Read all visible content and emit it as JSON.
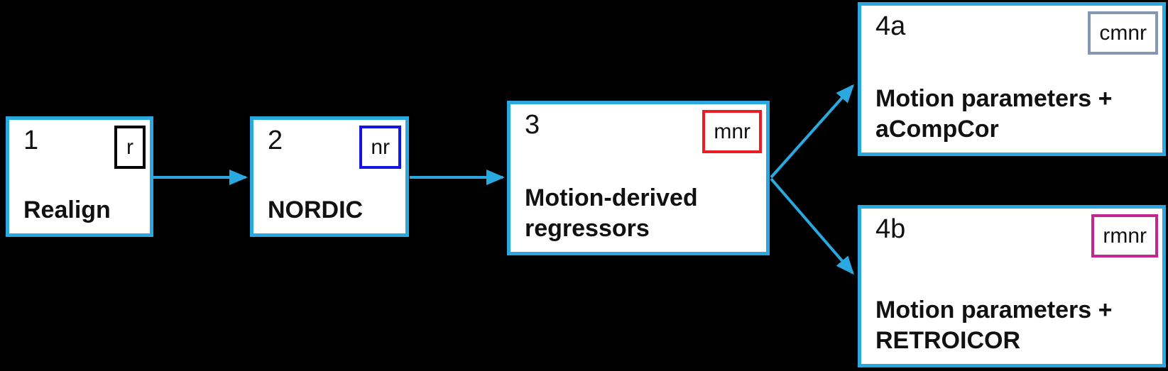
{
  "diagram": {
    "colors": {
      "background": "#000000",
      "accent": "#29A9DF",
      "node_bg": "#FFFFFF",
      "text": "#111111"
    },
    "nodes": [
      {
        "id": "1",
        "number": "1",
        "label": "Realign",
        "tag": "r",
        "tag_color": "#000000"
      },
      {
        "id": "2",
        "number": "2",
        "label": "NORDIC",
        "tag": "nr",
        "tag_color": "#1414E6"
      },
      {
        "id": "3",
        "number": "3",
        "label": "Motion-derived\nregressors",
        "tag": "mnr",
        "tag_color": "#EC1C24"
      },
      {
        "id": "4a",
        "number": "4a",
        "label": "Motion parameters +\naCompCor",
        "tag": "cmnr",
        "tag_color": "#8496B0"
      },
      {
        "id": "4b",
        "number": "4b",
        "label": "Motion parameters +\nRETROICOR",
        "tag": "rmnr",
        "tag_color": "#C22690"
      }
    ],
    "edges": [
      {
        "from": "1",
        "to": "2"
      },
      {
        "from": "2",
        "to": "3"
      },
      {
        "from": "3",
        "to": "4a"
      },
      {
        "from": "3",
        "to": "4b"
      }
    ]
  }
}
